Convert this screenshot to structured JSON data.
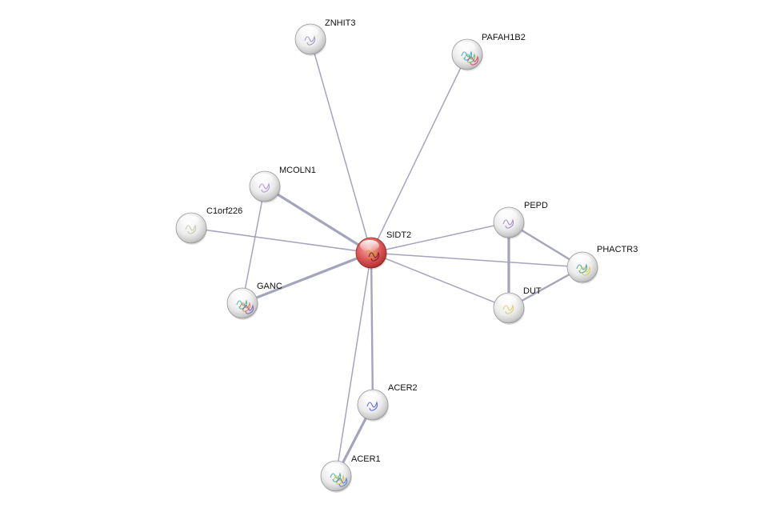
{
  "network": {
    "nodes": [
      {
        "id": "SIDT2",
        "label": "SIDT2",
        "query": true,
        "structure_colors": [
          "#c8a020",
          "#7a2020"
        ]
      },
      {
        "id": "ZNHIT3",
        "label": "ZNHIT3",
        "query": false,
        "structure_colors": [
          "#9a90c8"
        ]
      },
      {
        "id": "PAFAH1B2",
        "label": "PAFAH1B2",
        "query": false,
        "structure_colors": [
          "#3aa0d8",
          "#5ac85a",
          "#e04070"
        ]
      },
      {
        "id": "MCOLN1",
        "label": "MCOLN1",
        "query": false,
        "structure_colors": [
          "#b090d8"
        ]
      },
      {
        "id": "C1orf226",
        "label": "C1orf226",
        "query": false,
        "structure_colors": [
          "#c8c8a0"
        ]
      },
      {
        "id": "GANC",
        "label": "GANC",
        "query": false,
        "structure_colors": [
          "#40b0a0",
          "#e08040",
          "#8060c0"
        ]
      },
      {
        "id": "PEPD",
        "label": "PEPD",
        "query": false,
        "structure_colors": [
          "#a080d0"
        ]
      },
      {
        "id": "PHACTR3",
        "label": "PHACTR3",
        "query": false,
        "structure_colors": [
          "#40a0a0",
          "#d8d040"
        ]
      },
      {
        "id": "DUT",
        "label": "DUT",
        "query": false,
        "structure_colors": [
          "#d8d060"
        ]
      },
      {
        "id": "ACER2",
        "label": "ACER2",
        "query": false,
        "structure_colors": [
          "#5060d0"
        ]
      },
      {
        "id": "ACER1",
        "label": "ACER1",
        "query": false,
        "structure_colors": [
          "#40b0a0",
          "#e0c040",
          "#5080d0"
        ]
      }
    ],
    "edges": [
      {
        "source": "SIDT2",
        "target": "ZNHIT3",
        "strength": "weak"
      },
      {
        "source": "SIDT2",
        "target": "PAFAH1B2",
        "strength": "weak"
      },
      {
        "source": "SIDT2",
        "target": "MCOLN1",
        "strength": "strong"
      },
      {
        "source": "SIDT2",
        "target": "C1orf226",
        "strength": "weak"
      },
      {
        "source": "SIDT2",
        "target": "GANC",
        "strength": "strong"
      },
      {
        "source": "SIDT2",
        "target": "PEPD",
        "strength": "weak"
      },
      {
        "source": "SIDT2",
        "target": "PHACTR3",
        "strength": "weak"
      },
      {
        "source": "SIDT2",
        "target": "DUT",
        "strength": "weak"
      },
      {
        "source": "SIDT2",
        "target": "ACER2",
        "strength": "medium"
      },
      {
        "source": "SIDT2",
        "target": "ACER1",
        "strength": "weak"
      },
      {
        "source": "MCOLN1",
        "target": "GANC",
        "strength": "weak"
      },
      {
        "source": "PEPD",
        "target": "PHACTR3",
        "strength": "medium"
      },
      {
        "source": "PEPD",
        "target": "DUT",
        "strength": "strong"
      },
      {
        "source": "DUT",
        "target": "PHACTR3",
        "strength": "medium"
      },
      {
        "source": "ACER2",
        "target": "ACER1",
        "strength": "strong"
      }
    ]
  },
  "colors": {
    "query_node": "#d84848",
    "node": "#e4e4e4",
    "edge": "#a4a4bc",
    "label": "#111111"
  }
}
